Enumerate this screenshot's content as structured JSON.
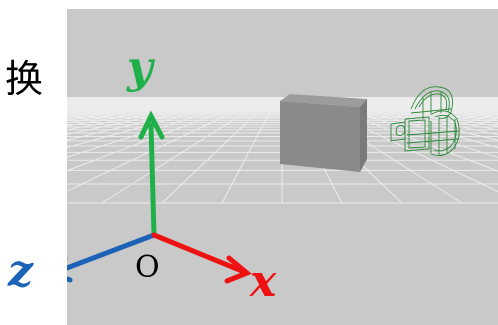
{
  "side_character": "换",
  "axes": {
    "x": {
      "label": "x",
      "color": "#ee1111"
    },
    "y": {
      "label": "y",
      "color": "#1fb04a"
    },
    "z": {
      "label": "z",
      "color": "#1c63b7"
    }
  },
  "origin_label": "O",
  "colors": {
    "viewport_bg": "#c9c9c9",
    "grid_line": "#ececec",
    "cube_front": "#8a8a8a",
    "cube_top": "#9c9c9c",
    "cube_side": "#7a7a7a",
    "wireframe": "#2f8a3a"
  },
  "objects": [
    "solid-cube",
    "wireframe-model"
  ]
}
